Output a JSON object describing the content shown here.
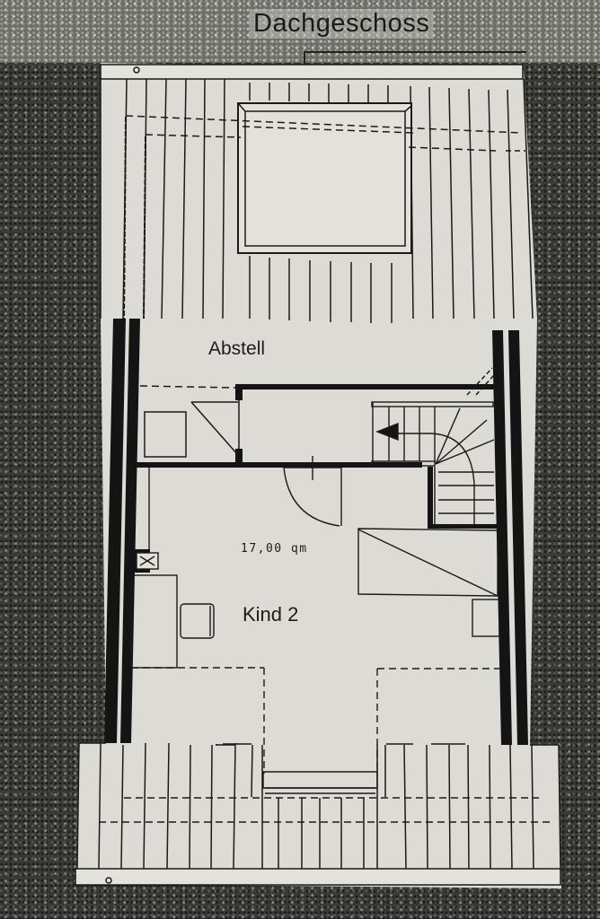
{
  "plan": {
    "title": "Dachgeschoss",
    "rooms": [
      {
        "name": "Abstell"
      },
      {
        "name": "Kind 2",
        "area": "17,00 qm"
      }
    ]
  },
  "colors": {
    "paper": "#dcdbd6",
    "ink": "#1a1a1a",
    "background": "#3a3a37"
  }
}
